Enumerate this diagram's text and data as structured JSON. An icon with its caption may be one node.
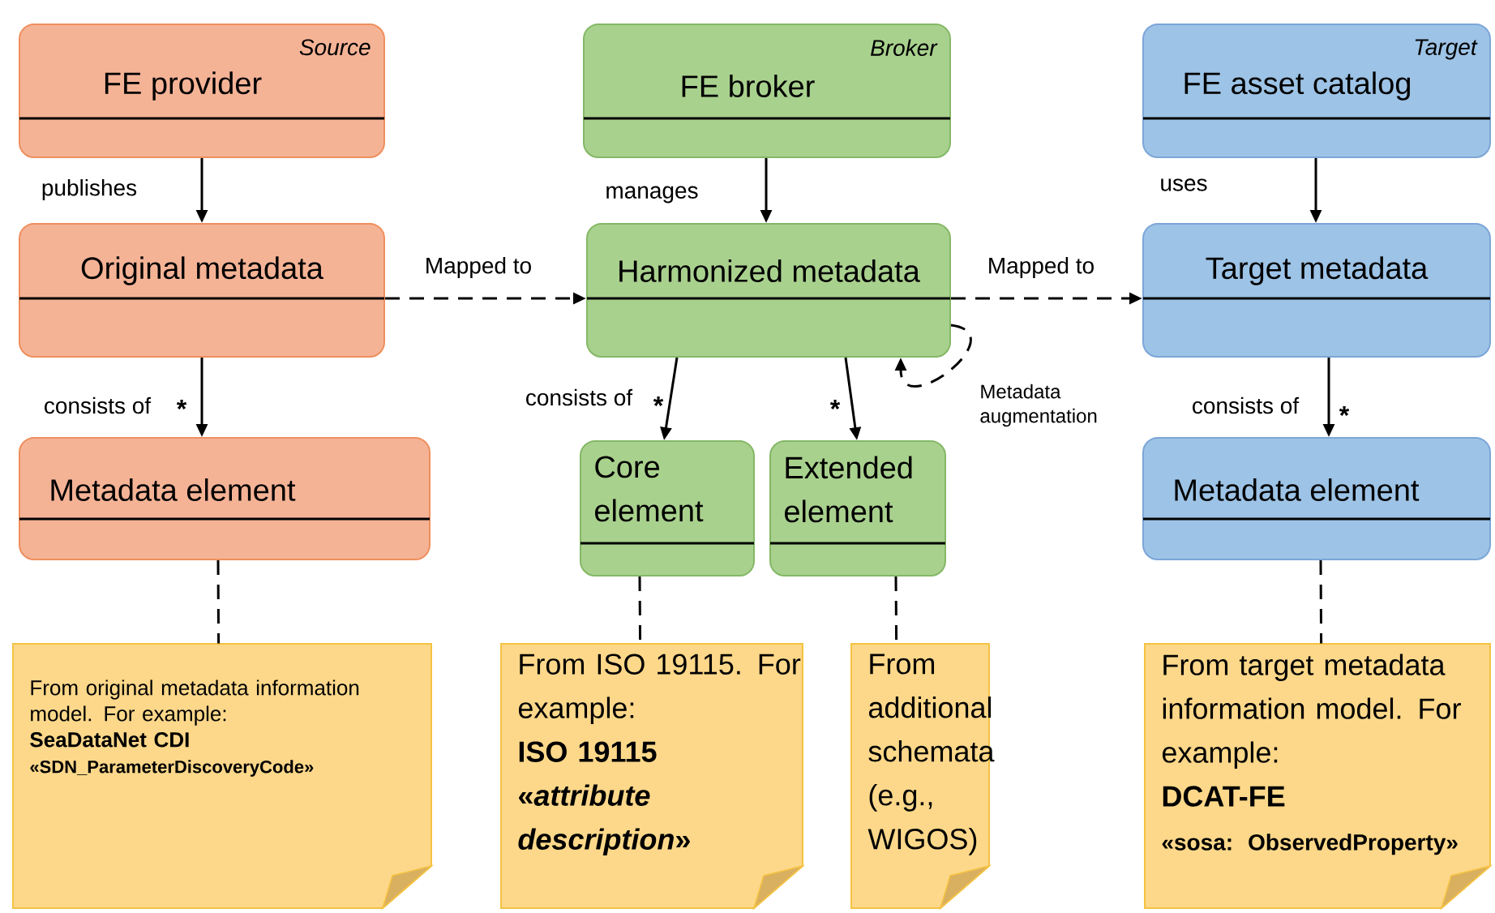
{
  "diagram": {
    "nodes": [
      {
        "text": [
          "Source",
          "FE provider"
        ]
      },
      {
        "text": [
          "Broker",
          "FE broker"
        ]
      },
      {
        "text": [
          "Target",
          "FE asset catalog"
        ]
      },
      {
        "text": [
          "Original metadata"
        ]
      },
      {
        "text": [
          "Harmonized metadata"
        ]
      },
      {
        "text": [
          "Target metadata"
        ]
      },
      {
        "text": [
          "Metadata element"
        ]
      },
      {
        "text": [
          "Core element"
        ]
      },
      {
        "text": [
          "Extended element"
        ]
      },
      {
        "text": [
          "Metadata element"
        ]
      },
      {
        "text": [
          "From original metadata information model. For example:",
          "SeaDataNet CDI",
          "«SDN_ParameterDiscoveryCode»"
        ]
      },
      {
        "text": [
          "From ISO 19115. For example:",
          "ISO 19115",
          "«*attribute description*»"
        ]
      },
      {
        "text": [
          "From additional schemata (e.g., WIGOS)"
        ]
      },
      {
        "text": [
          "From target metadata information model. For example:",
          "DCAT-FE",
          "«sosa: ObservedProperty»"
        ]
      }
    ],
    "edges": [
      {
        "from": 0,
        "to": 3,
        "arrow": "to",
        "label": "publishes"
      },
      {
        "from": 1,
        "to": 4,
        "arrow": "to",
        "label": "manages"
      },
      {
        "from": 2,
        "to": 5,
        "arrow": "to",
        "label": "uses"
      },
      {
        "from": 3,
        "to": 4,
        "arrow": "to",
        "label": "Mapped to",
        "style": "dashed"
      },
      {
        "from": 4,
        "to": 5,
        "arrow": "to",
        "label": "Mapped to",
        "style": "dashed"
      },
      {
        "from": 3,
        "to": 6,
        "arrow": "to",
        "label": "consists of"
      },
      {
        "from": 4,
        "to": 7,
        "arrow": "to",
        "label": "consists of"
      },
      {
        "from": 4,
        "to": 8,
        "arrow": "to"
      },
      {
        "from": 5,
        "to": 9,
        "arrow": "to",
        "label": "consists of"
      },
      {
        "from": 4,
        "to": 4,
        "arrow": "to",
        "label": "Metadata augmentation",
        "style": "dashed"
      },
      {
        "from": 6,
        "to": 10,
        "arrow": "none",
        "style": "dashed"
      },
      {
        "from": 7,
        "to": 11,
        "arrow": "none",
        "style": "dashed"
      },
      {
        "from": 8,
        "to": 12,
        "arrow": "none",
        "style": "dashed"
      },
      {
        "from": 9,
        "to": 13,
        "arrow": "none",
        "style": "dashed"
      }
    ],
    "labels": [
      "*",
      "*",
      "*",
      "*"
    ]
  }
}
